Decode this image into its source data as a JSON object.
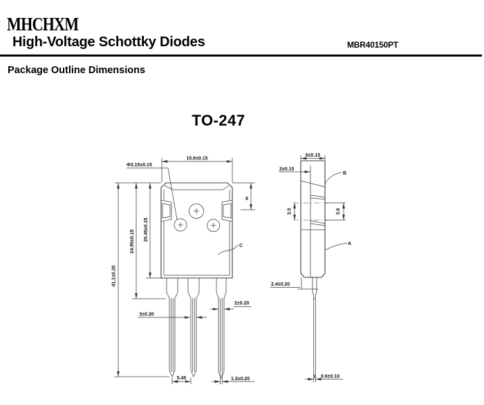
{
  "header": {
    "logo": "MHCHXM",
    "title": "High-Voltage Schottky Diodes",
    "part_number": "MBR40150PT",
    "section_title": "Package Outline Dimensions"
  },
  "drawing": {
    "package_name": "TO-247",
    "front_view": {
      "top_width": "15.6±0.15",
      "hole_diameter": "Φ3.15±0.15",
      "total_height": "41.1±0.20",
      "height_to_lead_shoulder": "24.95±0.15",
      "body_height": "20.45±0.15",
      "hole_center_offset": "6",
      "surface_label": "C",
      "lead_width_center": "3±0.20",
      "lead_width_right": "2±0.20",
      "lead_pitch": "5.45",
      "lead_tip_width": "1.2±0.20"
    },
    "side_view": {
      "body_thickness": "6±0.15",
      "tab_thickness": "2±0.10",
      "hole_depth_front": "3.5",
      "hole_depth_back": "3.6",
      "surface_label_top": "B",
      "surface_label_bottom": "A",
      "lead_shoulder_length": "2.4±0.20",
      "lead_thickness": "0.6±0.10"
    }
  }
}
